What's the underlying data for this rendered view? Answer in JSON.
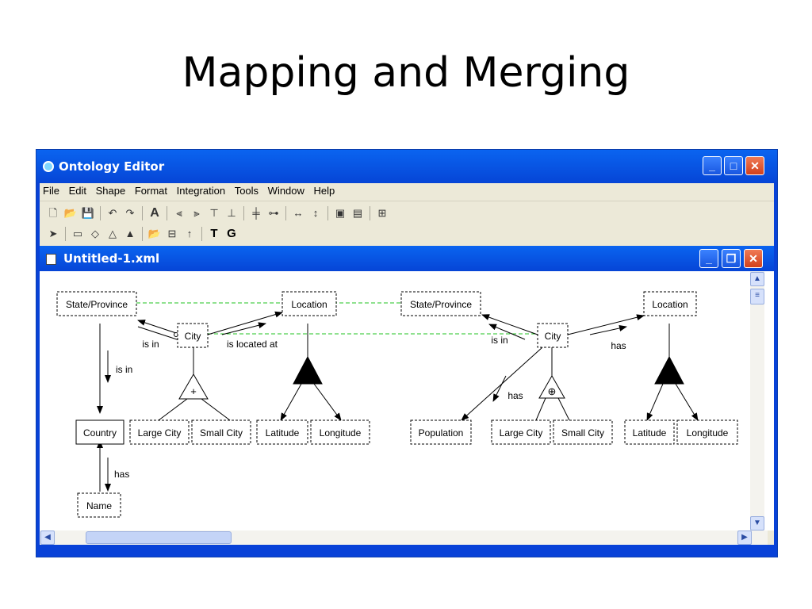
{
  "slide": {
    "title": "Mapping and Merging"
  },
  "app": {
    "title": "Ontology Editor",
    "menu": [
      "File",
      "Edit",
      "Shape",
      "Format",
      "Integration",
      "Tools",
      "Window",
      "Help"
    ],
    "toolbar_text": {
      "text_tool": "T",
      "group_tool": "G",
      "font_tool": "A"
    }
  },
  "document": {
    "title": "Untitled-1.xml"
  },
  "diagram": {
    "left": {
      "state": "State/Province",
      "location": "Location",
      "city": "City",
      "country": "Country",
      "name": "Name",
      "large_city": "Large City",
      "small_city": "Small City",
      "latitude": "Latitude",
      "longitude": "Longitude",
      "label_is_in_top": "is in",
      "label_located": "is located at",
      "label_is_in_side": "is in",
      "label_has": "has",
      "plus": "+"
    },
    "right": {
      "state": "State/Province",
      "city": "City",
      "location": "Location",
      "population": "Population",
      "large_city": "Large City",
      "small_city": "Small City",
      "latitude": "Latitude",
      "longitude": "Longitude",
      "label_is_in": "is in",
      "label_has_loc": "has",
      "label_has_pop": "has",
      "plus": "⊕"
    }
  },
  "colors": {
    "titlebar": "#0a5ae8",
    "mapping_line": "#22c322",
    "menubar": "#ece9d8"
  }
}
